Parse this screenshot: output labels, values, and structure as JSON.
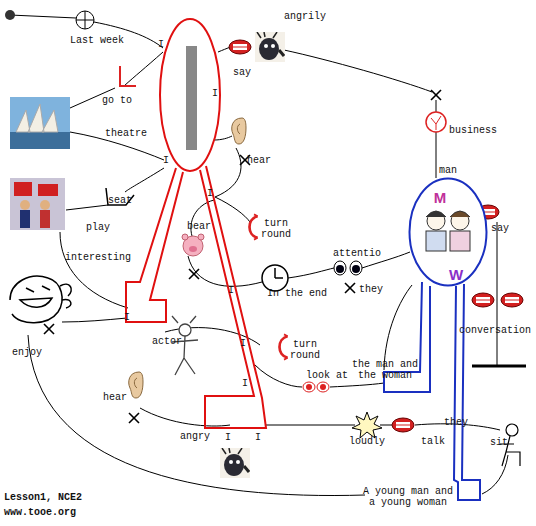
{
  "diagram": {
    "nodes": [
      {
        "text": [
          "M",
          "W"
        ]
      }
    ],
    "labels": [
      "Last week",
      "I",
      "say",
      "angrily",
      "I",
      "go to",
      "theatre",
      "business",
      "I",
      "hear",
      "man",
      "I",
      "seat",
      "play",
      "bear",
      "turn round",
      "say",
      "interesting",
      "attentio",
      "they",
      "I",
      "In the end",
      "I",
      "conversation",
      "actor",
      "I",
      "turn round",
      "enjoy",
      "the man and the woman",
      "look at",
      "I",
      "hear",
      "they",
      "angry",
      "I",
      "I",
      "loudly",
      "talk",
      "sit",
      "A young man and a young woman",
      "Lesson1, NCE2",
      "www.tooe.org"
    ]
  }
}
